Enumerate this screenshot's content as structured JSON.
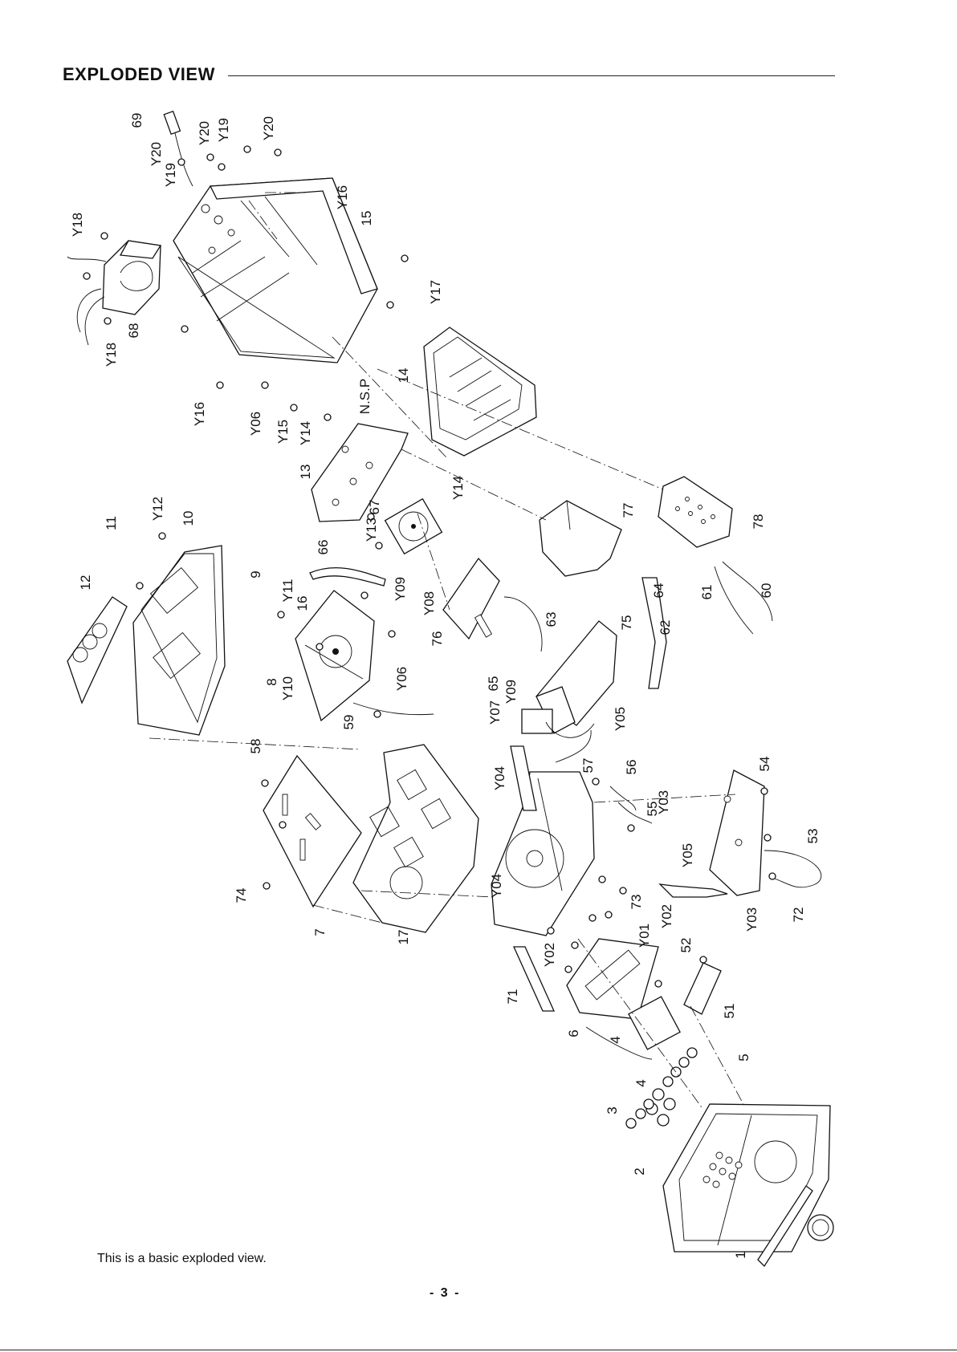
{
  "page": {
    "title": "EXPLODED  VIEW",
    "caption": "This is a basic exploded view.",
    "page_number": "- 3 -"
  },
  "callouts": [
    "69",
    "Y20",
    "Y19",
    "Y20",
    "Y19",
    "Y20",
    "Y16",
    "15",
    "Y18",
    "Y18",
    "68",
    "Y17",
    "14",
    "Y16",
    "Y06",
    "N.S.P",
    "Y15",
    "Y14",
    "13",
    "67",
    "Y14",
    "Y13",
    "77",
    "78",
    "66",
    "11",
    "Y12",
    "10",
    "12",
    "9",
    "Y11",
    "16",
    "Y09",
    "Y08",
    "76",
    "63",
    "64",
    "61",
    "60",
    "62",
    "75",
    "Y10",
    "8",
    "Y06",
    "Y07",
    "65",
    "Y09",
    "59",
    "Y05",
    "58",
    "57",
    "Y04",
    "56",
    "55",
    "Y03",
    "54",
    "53",
    "Y05",
    "74",
    "7",
    "17",
    "Y04",
    "73",
    "Y03",
    "72",
    "Y02",
    "Y02",
    "Y01",
    "52",
    "71",
    "51",
    "6",
    "4",
    "5",
    "4",
    "3",
    "2",
    "1"
  ]
}
